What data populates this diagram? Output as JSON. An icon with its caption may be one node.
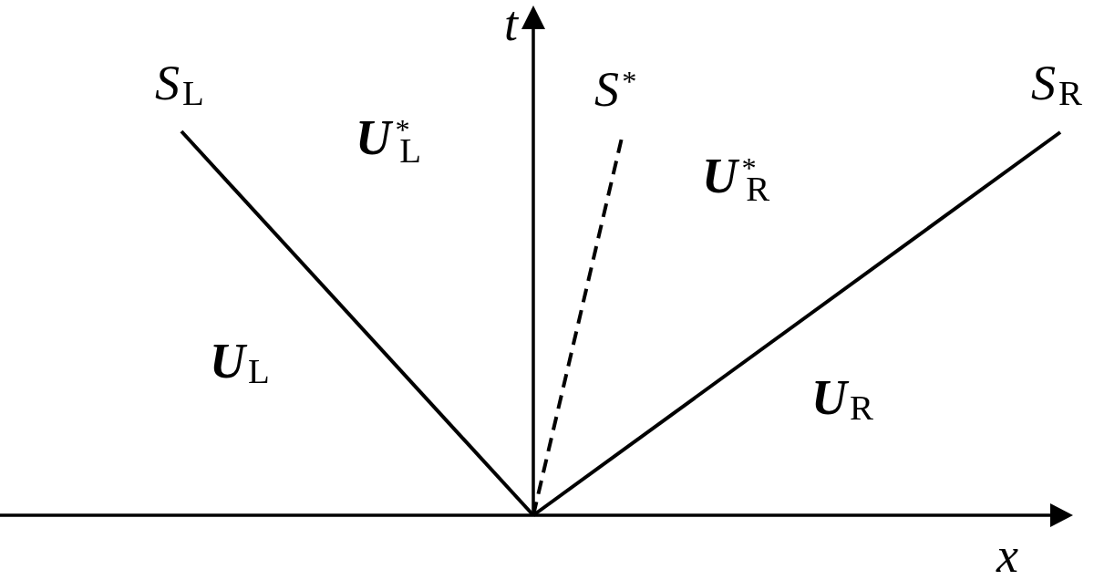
{
  "diagram": {
    "labels": [
      "t",
      "*S*$_{L}$",
      "*S*$^{*}$",
      "*S*$_{R}$",
      "**U**$^{*}$$_{L}$",
      "**U**$^{*}$$_{R}$",
      "**U**$_{L}$",
      "**U**$_{R}$",
      "x"
    ]
  }
}
